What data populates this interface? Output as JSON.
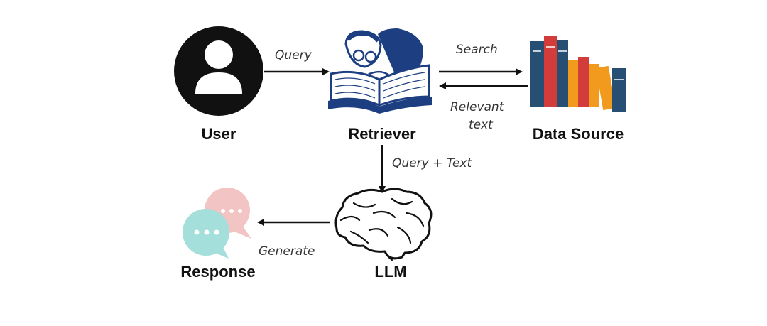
{
  "nodes": {
    "user": {
      "label": "User",
      "icon": "user-avatar-icon"
    },
    "retriever": {
      "label": "Retriever",
      "icon": "reading-scholar-icon"
    },
    "data_source": {
      "label": "Data Source",
      "icon": "books-icon"
    },
    "llm": {
      "label": "LLM",
      "icon": "brain-icon"
    },
    "response": {
      "label": "Response",
      "icon": "chat-bubbles-icon"
    }
  },
  "edges": {
    "query": "Query",
    "search": "Search",
    "relevant_text_line1": "Relevant",
    "relevant_text_line2": "text",
    "query_plus_text": "Query + Text",
    "generate": "Generate"
  },
  "colors": {
    "ink": "#111111",
    "scholar_blue": "#1d3f82",
    "book_blue": "#274e73",
    "book_red": "#d23d3b",
    "book_orange": "#f19a1e",
    "bubble_pink": "#f2c4c4",
    "bubble_teal": "#a5dfdb"
  }
}
